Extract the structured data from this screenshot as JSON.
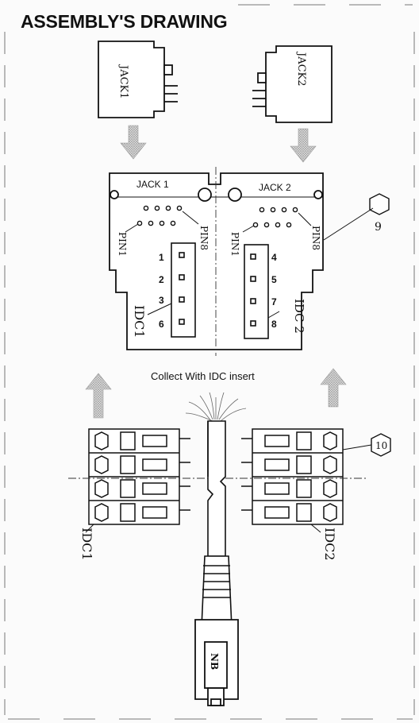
{
  "title": "ASSEMBLY'S DRAWING",
  "jack_labels": {
    "jack1_part": "JACK1",
    "jack2_part": "JACK2",
    "jack1_board": "JACK 1",
    "jack2_board": "JACK 2"
  },
  "pin_labels": {
    "left_pin1": "PIN1",
    "left_pin8": "PIN8",
    "right_pin1": "PIN1",
    "right_pin8": "PIN8"
  },
  "idc_numbers": {
    "left": [
      "1",
      "2",
      "3",
      "6"
    ],
    "right": [
      "4",
      "5",
      "7",
      "8"
    ]
  },
  "idc_labels": {
    "board_left": "IDC1",
    "board_right": "IDC 2",
    "insert_left": "IDC1",
    "insert_right": "IDC2"
  },
  "callouts": {
    "nine": "9",
    "ten": "10"
  },
  "instruction": "Collect With IDC insert",
  "plug_label": "NB"
}
